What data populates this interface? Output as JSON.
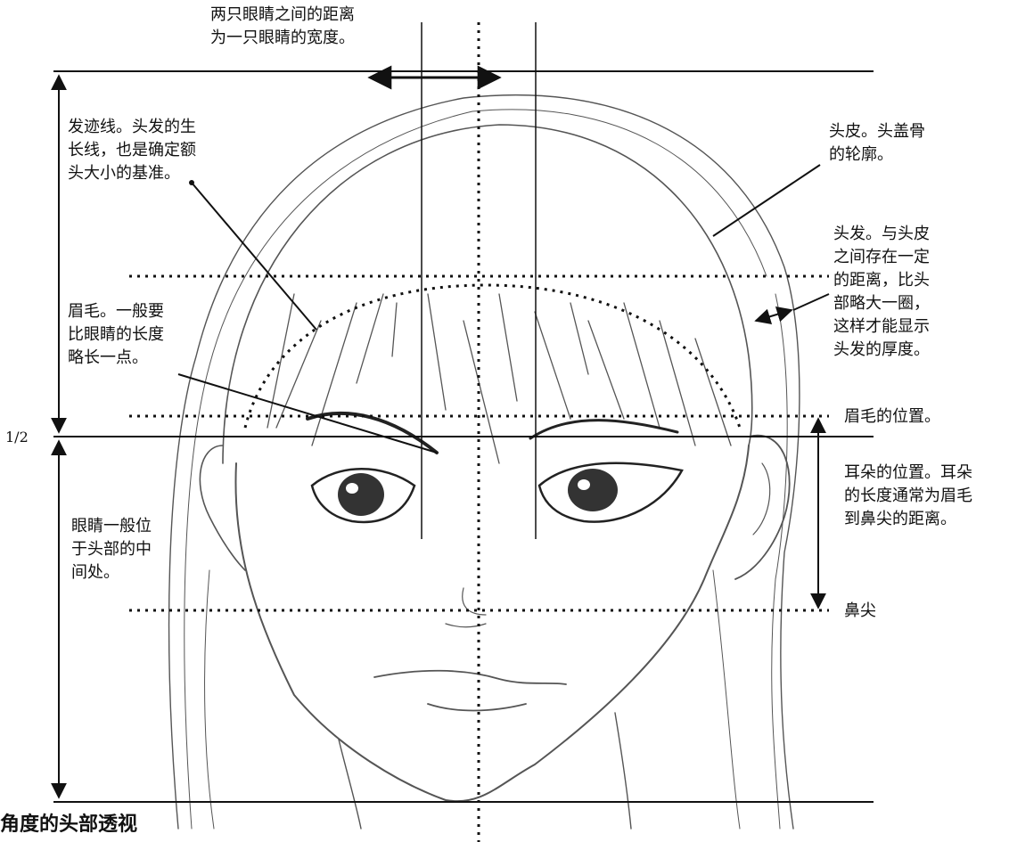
{
  "labels": {
    "eye_spacing": "两只眼睛之间的距离\n为一只眼睛的宽度。",
    "hairline": "发迹线。头发的生\n长线，也是确定额\n头大小的基准。",
    "scalp": "头皮。头盖骨\n的轮廓。",
    "hair": "头发。与头皮\n之间存在一定\n的距离，比头\n部略大一圈，\n这样才能显示\n头发的厚度。",
    "eyebrow": "眉毛。一般要\n比眼睛的长度\n略长一点。",
    "eyebrow_position": "眉毛的位置。",
    "half": "1/2",
    "ear_position": "耳朵的位置。耳朵\n的长度通常为眉毛\n到鼻尖的距离。",
    "eye_middle": "眼睛一般位\n于头部的中\n间处。",
    "nose_tip": "鼻尖",
    "caption": "角度的头部透视"
  },
  "colors": {
    "ink": "#111111",
    "sketch": "#555555",
    "background": "#ffffff"
  }
}
